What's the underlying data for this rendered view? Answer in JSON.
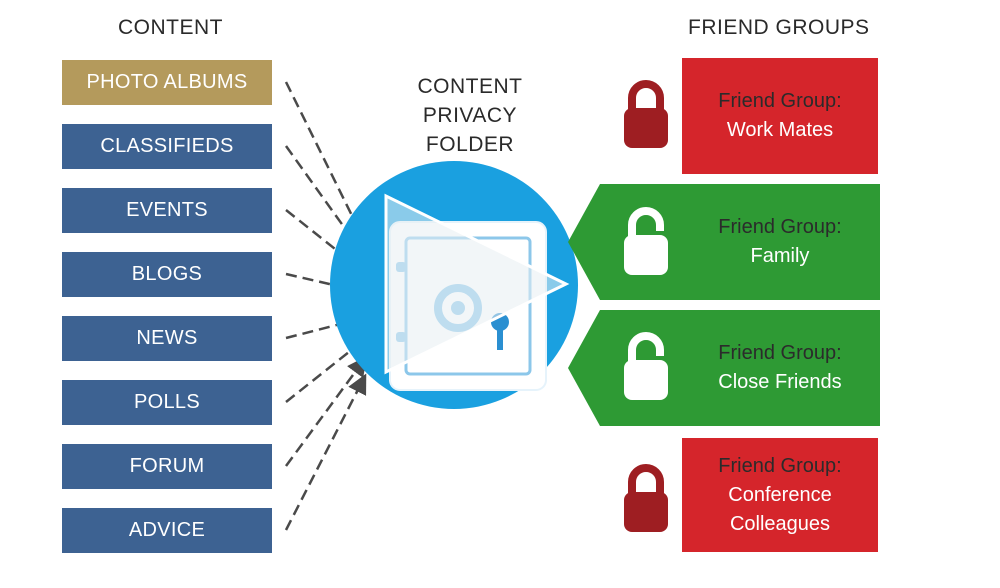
{
  "headings": {
    "content": "CONTENT",
    "friend_groups": "FRIEND GROUPS"
  },
  "content_items": [
    {
      "label": "PHOTO ALBUMS",
      "highlighted": true
    },
    {
      "label": "CLASSIFIEDS",
      "highlighted": false
    },
    {
      "label": "EVENTS",
      "highlighted": false
    },
    {
      "label": "BLOGS",
      "highlighted": false
    },
    {
      "label": "NEWS",
      "highlighted": false
    },
    {
      "label": "POLLS",
      "highlighted": false
    },
    {
      "label": "FORUM",
      "highlighted": false
    },
    {
      "label": "ADVICE",
      "highlighted": false
    }
  ],
  "folder": {
    "label_lines": [
      "CONTENT",
      "PRIVACY",
      "FOLDER"
    ]
  },
  "friend_groups": [
    {
      "title": "Friend Group:",
      "name_lines": [
        "Work Mates"
      ],
      "status": "locked",
      "lock_icon": "lock-closed-icon"
    },
    {
      "title": "Friend Group:",
      "name_lines": [
        "Family"
      ],
      "status": "unlocked",
      "lock_icon": "lock-open-icon"
    },
    {
      "title": "Friend Group:",
      "name_lines": [
        "Close Friends"
      ],
      "status": "unlocked",
      "lock_icon": "lock-open-icon"
    },
    {
      "title": "Friend Group:",
      "name_lines": [
        "Conference",
        "Colleagues"
      ],
      "status": "locked",
      "lock_icon": "lock-closed-icon"
    }
  ],
  "colors": {
    "content_box": "#3d6292",
    "content_highlight": "#b49a5c",
    "locked": "#d5252b",
    "unlocked": "#2e9a34",
    "lock_closed": "#9e1e22",
    "circle": "#1aa0e0"
  }
}
